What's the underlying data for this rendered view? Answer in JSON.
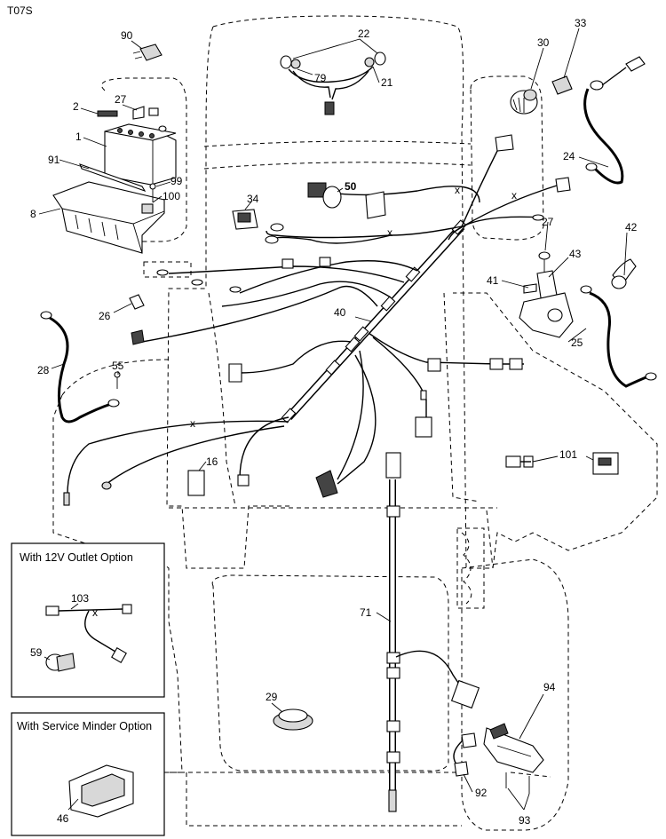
{
  "diagram_code": "T07S",
  "options": {
    "outlet_title": "With 12V Outlet Option",
    "service_title": "With Service Minder Option"
  },
  "callouts": {
    "c90": "90",
    "c22": "22",
    "c79": "79",
    "c21": "21",
    "c30": "30",
    "c33": "33",
    "c2": "2",
    "c27a": "27",
    "c1": "1",
    "c91": "91",
    "c99": "99",
    "c100": "100",
    "c8": "8",
    "c34": "34",
    "c50": "50",
    "c24": "24",
    "c27b": "27",
    "c42": "42",
    "c43": "43",
    "c41": "41",
    "c26": "26",
    "c40": "40",
    "c25": "25",
    "c28": "28",
    "c55": "55",
    "c16": "16",
    "c101": "101",
    "c103": "103",
    "c59": "59",
    "c71": "71",
    "c29": "29",
    "c94": "94",
    "c92": "92",
    "c93": "93",
    "c46": "46"
  }
}
